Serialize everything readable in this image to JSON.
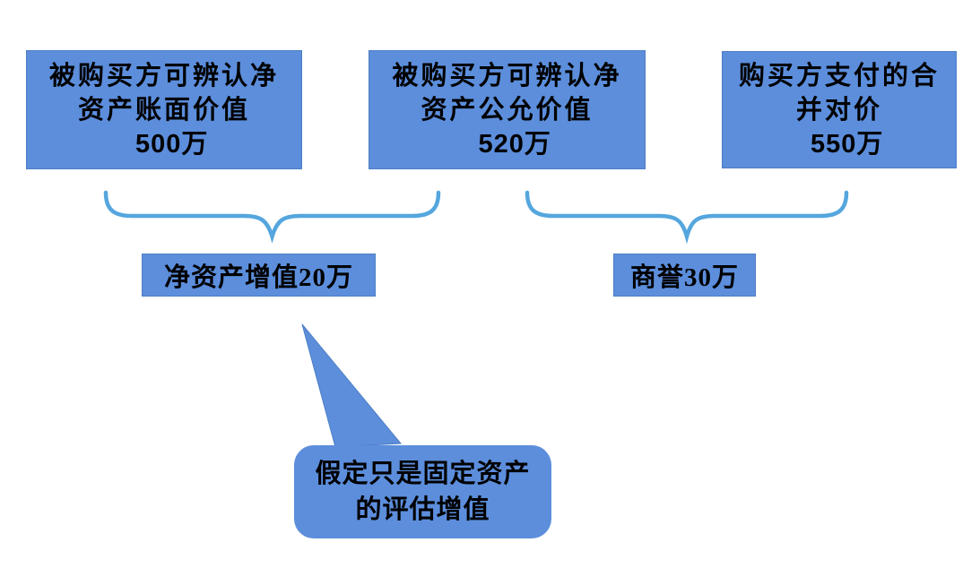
{
  "boxes": [
    {
      "line1": "被购买方可辨认净",
      "line2": "资产账面价值",
      "value": "500",
      "unit": "万"
    },
    {
      "line1": "被购买方可辨认净",
      "line2": "资产公允价值",
      "value": "520",
      "unit": "万"
    },
    {
      "line1": "购买方支付的合",
      "line2": "并对价",
      "value": "550",
      "unit": "万"
    }
  ],
  "labels": {
    "net_increase": "净资产增值20万",
    "goodwill": "商誉30万"
  },
  "callout": {
    "line1": "假定只是固定资产",
    "line2": "的评估增值"
  },
  "colors": {
    "box_fill": "#5C8EDC",
    "box_border": "#4D7EC5",
    "brace_stroke": "#55A6DE",
    "text": "#000000",
    "background": "#FFFFFF"
  }
}
